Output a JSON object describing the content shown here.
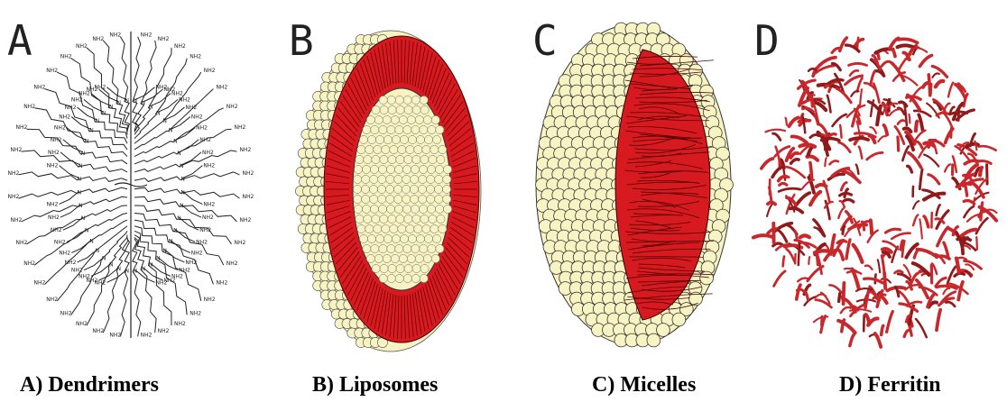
{
  "panels": [
    {
      "letter": "A",
      "caption": "A) Dendrimers",
      "label": "NH2",
      "node": "N"
    },
    {
      "letter": "B",
      "caption": "B) Liposomes"
    },
    {
      "letter": "C",
      "caption": "C) Micelles"
    },
    {
      "letter": "D",
      "caption": "D) Ferritin"
    }
  ],
  "colors": {
    "head": "#f7f3c2",
    "tail": "#d71920",
    "protein": "#c8282b",
    "ink": "#222222"
  }
}
